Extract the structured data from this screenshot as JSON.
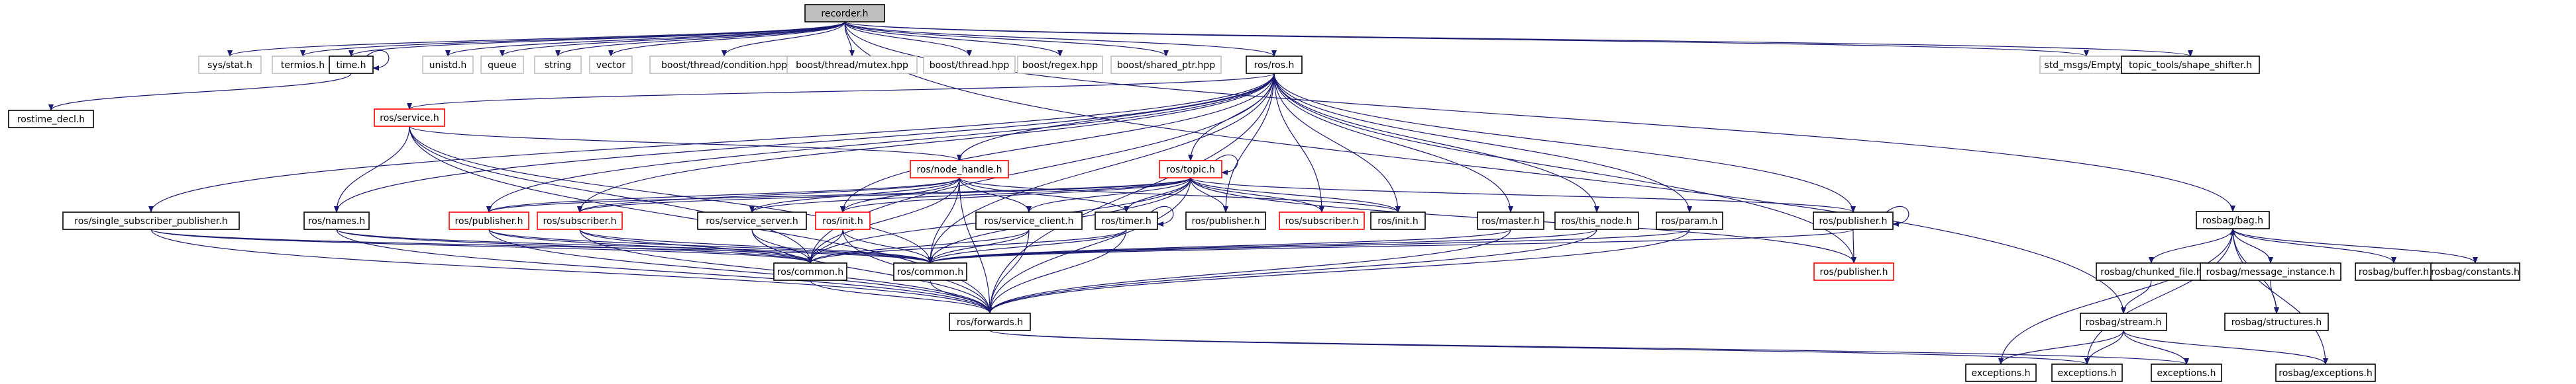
{
  "graph": {
    "nodes": [
      {
        "id": "recorder",
        "label": "recorder.h",
        "kind": "root"
      },
      {
        "id": "sysstat",
        "label": "sys/stat.h",
        "kind": "external"
      },
      {
        "id": "termios",
        "label": "termios.h",
        "kind": "external"
      },
      {
        "id": "time",
        "label": "time.h",
        "kind": "normal"
      },
      {
        "id": "unistd",
        "label": "unistd.h",
        "kind": "external"
      },
      {
        "id": "queue",
        "label": "queue",
        "kind": "external"
      },
      {
        "id": "string",
        "label": "string",
        "kind": "external"
      },
      {
        "id": "vector",
        "label": "vector",
        "kind": "external"
      },
      {
        "id": "bthcond",
        "label": "boost/thread/condition.hpp",
        "kind": "external"
      },
      {
        "id": "bthmutex",
        "label": "boost/thread/mutex.hpp",
        "kind": "external"
      },
      {
        "id": "bthread",
        "label": "boost/thread.hpp",
        "kind": "external"
      },
      {
        "id": "bregex",
        "label": "boost/regex.hpp",
        "kind": "external"
      },
      {
        "id": "bshared",
        "label": "boost/shared_ptr.hpp",
        "kind": "external"
      },
      {
        "id": "rosros",
        "label": "ros/ros.h",
        "kind": "normal"
      },
      {
        "id": "stdempty",
        "label": "std_msgs/Empty.h",
        "kind": "external"
      },
      {
        "id": "shapeshifter",
        "label": "topic_tools/shape_shifter.h",
        "kind": "normal"
      },
      {
        "id": "rostimedecl",
        "label": "rostime_decl.h",
        "kind": "normal"
      },
      {
        "id": "rosservice",
        "label": "ros/service.h",
        "kind": "truncated"
      },
      {
        "id": "nodehandle",
        "label": "ros/node_handle.h",
        "kind": "truncated"
      },
      {
        "id": "rostopic",
        "label": "ros/topic.h",
        "kind": "truncated"
      },
      {
        "id": "singlesub",
        "label": "ros/single_subscriber_publisher.h",
        "kind": "normal"
      },
      {
        "id": "names",
        "label": "ros/names.h",
        "kind": "normal"
      },
      {
        "id": "publisher1",
        "label": "ros/publisher.h",
        "kind": "truncated"
      },
      {
        "id": "subscriber1",
        "label": "ros/subscriber.h",
        "kind": "truncated"
      },
      {
        "id": "servserver",
        "label": "ros/service_server.h",
        "kind": "normal"
      },
      {
        "id": "rosinit1",
        "label": "ros/init.h",
        "kind": "truncated"
      },
      {
        "id": "servclient",
        "label": "ros/service_client.h",
        "kind": "normal"
      },
      {
        "id": "timer",
        "label": "ros/timer.h",
        "kind": "normal"
      },
      {
        "id": "publisher2",
        "label": "ros/publisher.h",
        "kind": "normal"
      },
      {
        "id": "subscriber2",
        "label": "ros/subscriber.h",
        "kind": "truncated"
      },
      {
        "id": "rosinit2",
        "label": "ros/init.h",
        "kind": "normal"
      },
      {
        "id": "master",
        "label": "ros/master.h",
        "kind": "normal"
      },
      {
        "id": "thisnode",
        "label": "ros/this_node.h",
        "kind": "normal"
      },
      {
        "id": "param",
        "label": "ros/param.h",
        "kind": "normal"
      },
      {
        "id": "publisher3",
        "label": "ros/publisher.h",
        "kind": "normal"
      },
      {
        "id": "publisher4",
        "label": "ros/publisher.h",
        "kind": "truncated"
      },
      {
        "id": "common1",
        "label": "ros/common.h",
        "kind": "normal"
      },
      {
        "id": "common2",
        "label": "ros/common.h",
        "kind": "normal"
      },
      {
        "id": "forwards",
        "label": "ros/forwards.h",
        "kind": "normal"
      },
      {
        "id": "rosbagbag",
        "label": "rosbag/bag.h",
        "kind": "normal"
      },
      {
        "id": "chunked",
        "label": "rosbag/chunked_file.h",
        "kind": "normal"
      },
      {
        "id": "msginst",
        "label": "rosbag/message_instance.h",
        "kind": "normal"
      },
      {
        "id": "bagbuffer",
        "label": "rosbag/buffer.h",
        "kind": "normal"
      },
      {
        "id": "bagconst",
        "label": "rosbag/constants.h",
        "kind": "normal"
      },
      {
        "id": "bagstream",
        "label": "rosbag/stream.h",
        "kind": "normal"
      },
      {
        "id": "bagstruct",
        "label": "rosbag/structures.h",
        "kind": "normal"
      },
      {
        "id": "exc1",
        "label": "exceptions.h",
        "kind": "normal"
      },
      {
        "id": "exc2",
        "label": "exceptions.h",
        "kind": "normal"
      },
      {
        "id": "exc3",
        "label": "exceptions.h",
        "kind": "normal"
      },
      {
        "id": "bagexc",
        "label": "rosbag/exceptions.h",
        "kind": "normal"
      }
    ],
    "edges": [
      [
        "recorder",
        "sysstat"
      ],
      [
        "recorder",
        "termios"
      ],
      [
        "recorder",
        "time"
      ],
      [
        "recorder",
        "unistd"
      ],
      [
        "recorder",
        "queue"
      ],
      [
        "recorder",
        "string"
      ],
      [
        "recorder",
        "vector"
      ],
      [
        "recorder",
        "bthcond"
      ],
      [
        "recorder",
        "bthmutex"
      ],
      [
        "recorder",
        "bthread"
      ],
      [
        "recorder",
        "bregex"
      ],
      [
        "recorder",
        "bshared"
      ],
      [
        "recorder",
        "rosros"
      ],
      [
        "recorder",
        "stdempty"
      ],
      [
        "recorder",
        "shapeshifter"
      ],
      [
        "recorder",
        "rosbagbag"
      ],
      [
        "recorder",
        "bagstream"
      ],
      [
        "time",
        "time"
      ],
      [
        "time",
        "rostimedecl"
      ],
      [
        "rosros",
        "rosservice"
      ],
      [
        "rosros",
        "nodehandle"
      ],
      [
        "rosros",
        "rostopic"
      ],
      [
        "rosros",
        "singlesub"
      ],
      [
        "rosros",
        "names"
      ],
      [
        "rosros",
        "publisher1"
      ],
      [
        "rosros",
        "subscriber1"
      ],
      [
        "rosros",
        "rosinit1"
      ],
      [
        "rosros",
        "publisher2"
      ],
      [
        "rosros",
        "subscriber2"
      ],
      [
        "rosros",
        "rosinit2"
      ],
      [
        "rosros",
        "master"
      ],
      [
        "rosros",
        "thisnode"
      ],
      [
        "rosros",
        "param"
      ],
      [
        "rosros",
        "publisher3"
      ],
      [
        "rosros",
        "publisher4"
      ],
      [
        "rosros",
        "common1"
      ],
      [
        "rosros",
        "common2"
      ],
      [
        "rosros",
        "forwards"
      ],
      [
        "rosservice",
        "names"
      ],
      [
        "rosservice",
        "common1"
      ],
      [
        "rosservice",
        "common2"
      ],
      [
        "rosservice",
        "forwards"
      ],
      [
        "rosservice",
        "nodehandle"
      ],
      [
        "nodehandle",
        "publisher1"
      ],
      [
        "nodehandle",
        "subscriber1"
      ],
      [
        "nodehandle",
        "servserver"
      ],
      [
        "nodehandle",
        "rosinit1"
      ],
      [
        "nodehandle",
        "servclient"
      ],
      [
        "nodehandle",
        "timer"
      ],
      [
        "nodehandle",
        "rosinit2"
      ],
      [
        "nodehandle",
        "common1"
      ],
      [
        "nodehandle",
        "common2"
      ],
      [
        "nodehandle",
        "forwards"
      ],
      [
        "rostopic",
        "rostopic"
      ],
      [
        "rostopic",
        "publisher2"
      ],
      [
        "rostopic",
        "subscriber2"
      ],
      [
        "rostopic",
        "timer"
      ],
      [
        "rostopic",
        "rosinit1"
      ],
      [
        "rostopic",
        "rosinit2"
      ],
      [
        "rostopic",
        "publisher3"
      ],
      [
        "rostopic",
        "publisher4"
      ],
      [
        "rostopic",
        "common1"
      ],
      [
        "rostopic",
        "common2"
      ],
      [
        "rostopic",
        "forwards"
      ],
      [
        "rostopic",
        "subscriber1"
      ],
      [
        "rostopic",
        "servserver"
      ],
      [
        "rostopic",
        "servclient"
      ],
      [
        "rostopic",
        "publisher1"
      ],
      [
        "singlesub",
        "common1"
      ],
      [
        "singlesub",
        "common2"
      ],
      [
        "singlesub",
        "forwards"
      ],
      [
        "names",
        "common1"
      ],
      [
        "names",
        "common2"
      ],
      [
        "names",
        "forwards"
      ],
      [
        "publisher1",
        "common1"
      ],
      [
        "publisher1",
        "common2"
      ],
      [
        "publisher1",
        "forwards"
      ],
      [
        "subscriber1",
        "common1"
      ],
      [
        "subscriber1",
        "common2"
      ],
      [
        "subscriber1",
        "forwards"
      ],
      [
        "servserver",
        "common1"
      ],
      [
        "servserver",
        "forwards"
      ],
      [
        "rosinit1",
        "common1"
      ],
      [
        "rosinit1",
        "common2"
      ],
      [
        "rosinit1",
        "forwards"
      ],
      [
        "servclient",
        "common1"
      ],
      [
        "servclient",
        "common2"
      ],
      [
        "servclient",
        "forwards"
      ],
      [
        "timer",
        "timer"
      ],
      [
        "timer",
        "common1"
      ],
      [
        "timer",
        "common2"
      ],
      [
        "timer",
        "forwards"
      ],
      [
        "master",
        "common2"
      ],
      [
        "master",
        "forwards"
      ],
      [
        "thisnode",
        "common2"
      ],
      [
        "thisnode",
        "forwards"
      ],
      [
        "param",
        "common2"
      ],
      [
        "param",
        "forwards"
      ],
      [
        "publisher3",
        "publisher3"
      ],
      [
        "publisher3",
        "publisher4"
      ],
      [
        "publisher3",
        "common2"
      ],
      [
        "common1",
        "forwards"
      ],
      [
        "common2",
        "forwards"
      ],
      [
        "rosbagbag",
        "chunked"
      ],
      [
        "rosbagbag",
        "msginst"
      ],
      [
        "rosbagbag",
        "bagbuffer"
      ],
      [
        "rosbagbag",
        "bagconst"
      ],
      [
        "rosbagbag",
        "bagstruct"
      ],
      [
        "rosbagbag",
        "exc1"
      ],
      [
        "rosbagbag",
        "exc2"
      ],
      [
        "rosbagbag",
        "bagexc"
      ],
      [
        "chunked",
        "bagstream"
      ],
      [
        "msginst",
        "rosbagbag"
      ],
      [
        "msginst",
        "bagstruct"
      ],
      [
        "bagstream",
        "exc1"
      ],
      [
        "bagstream",
        "exc2"
      ],
      [
        "bagstream",
        "exc3"
      ],
      [
        "bagstream",
        "bagexc"
      ],
      [
        "forwards",
        "exc2"
      ],
      [
        "forwards",
        "exc3"
      ]
    ]
  },
  "colors": {
    "edge": "#191970",
    "root_fill": "#bfbfbf",
    "node_fill": "#ffffff",
    "normal_border": "#000000",
    "truncated_border": "#ff0000",
    "external_border": "#bfbfbf",
    "text": "#000000"
  }
}
